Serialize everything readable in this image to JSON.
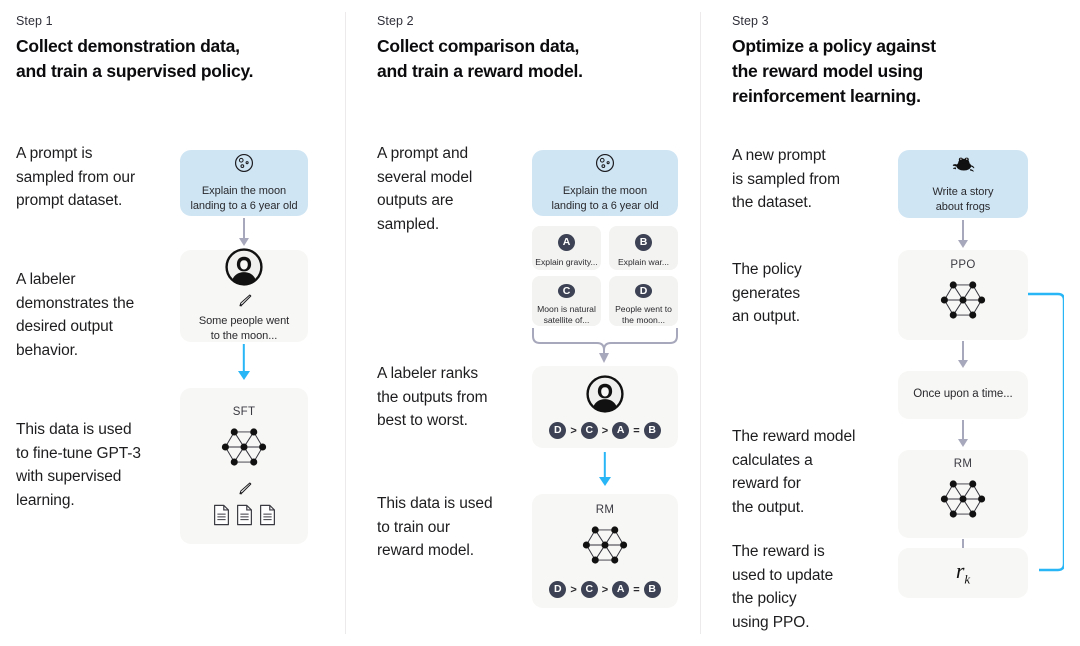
{
  "diagram_title": "InstructGPT / RLHF three-step training diagram",
  "colors": {
    "prompt_card": "#cfe5f3",
    "model_card": "#f7f7f5",
    "option_card": "#f3f3f1",
    "badge": "#3d4354",
    "arrow": "#a8a8bc",
    "highlight_arrow": "#29b6f6",
    "divider": "#eceaea",
    "text": "#1d1d1f"
  },
  "columns": [
    {
      "step_label": "Step 1",
      "title": "Collect demonstration data,\nand train a supervised policy.",
      "captions": [
        "A prompt is\nsampled from our\nprompt dataset.",
        "A labeler\ndemonstrates the\ndesired output\nbehavior.",
        "This data is used\nto fine-tune GPT-3\nwith supervised\nlearning."
      ],
      "cards": [
        {
          "kind": "prompt",
          "icon": "moon-icon",
          "text": "Explain the moon\nlanding to a 6 year old"
        },
        {
          "kind": "model",
          "icon": "labeler-avatar-icon",
          "sub_icon": "pencil-icon",
          "text": "Some people went\nto the moon..."
        },
        {
          "kind": "model",
          "title": "SFT",
          "icon": "neural-network-icon",
          "sub_icon": "pencil-icon",
          "extra_icon": "documents-icon"
        }
      ]
    },
    {
      "step_label": "Step 2",
      "title": "Collect comparison data,\nand train a reward model.",
      "captions": [
        "A prompt and\nseveral model\noutputs are\nsampled.",
        "A labeler ranks\nthe outputs from\nbest to worst.",
        "This data is used\nto train our\nreward model."
      ],
      "cards": [
        {
          "kind": "prompt",
          "icon": "moon-icon",
          "text": "Explain the moon\nlanding to a 6 year old"
        },
        {
          "kind": "model",
          "icon": "labeler-avatar-icon",
          "ranking": [
            "D",
            ">",
            "C",
            ">",
            "A",
            "=",
            "B"
          ]
        },
        {
          "kind": "model",
          "title": "RM",
          "icon": "neural-network-icon",
          "ranking": [
            "D",
            ">",
            "C",
            ">",
            "A",
            "=",
            "B"
          ]
        }
      ],
      "options": [
        {
          "badge": "A",
          "text": "Explain gravity..."
        },
        {
          "badge": "B",
          "text": "Explain war..."
        },
        {
          "badge": "C",
          "text": "Moon is natural\nsatellite of..."
        },
        {
          "badge": "D",
          "text": "People went to\nthe moon..."
        }
      ]
    },
    {
      "step_label": "Step 3",
      "title": "Optimize a policy against\nthe reward model using\nreinforcement learning.",
      "captions": [
        "A new prompt\nis sampled from\nthe dataset.",
        "The policy\ngenerates\nan output.",
        "The reward model\ncalculates a\nreward for\nthe output.",
        "The reward is\nused to update\nthe policy\nusing PPO."
      ],
      "cards": [
        {
          "kind": "prompt",
          "icon": "frog-icon",
          "text": "Write a story\nabout frogs"
        },
        {
          "kind": "model",
          "title": "PPO",
          "icon": "neural-network-icon"
        },
        {
          "kind": "model",
          "text": "Once upon a time..."
        },
        {
          "kind": "model",
          "title": "RM",
          "icon": "neural-network-icon"
        },
        {
          "kind": "model",
          "reward_symbol": "r",
          "reward_subscript": "k"
        }
      ]
    }
  ]
}
